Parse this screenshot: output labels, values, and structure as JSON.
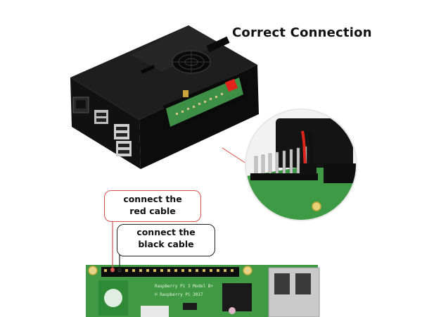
{
  "title": "Correct Connection",
  "callouts": {
    "red_cable": [
      "connect the",
      "red cable"
    ],
    "black_cable": [
      "connect the",
      "black cable"
    ]
  },
  "board_silkscreen": {
    "model_line": "Raspberry Pi 3 Model B+",
    "copyright_line": "© Raspberry Pi 2017"
  },
  "colors": {
    "case": "#161616",
    "pcb_green": "#3f9a43",
    "fan_red_wire": "#e0231b",
    "callout_red": "#d9534f",
    "callout_black": "#222222"
  }
}
